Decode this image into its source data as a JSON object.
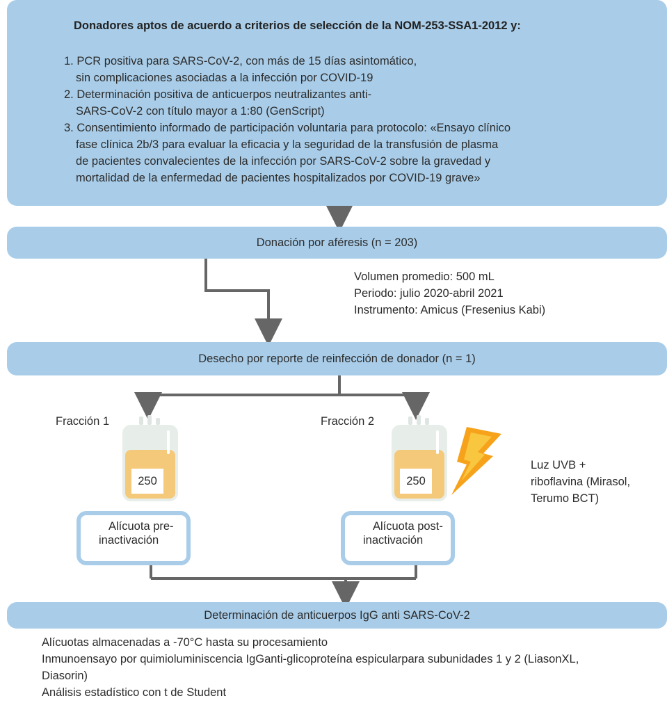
{
  "top_box": {
    "title": "Donadores aptos de acuerdo a criterios de selección de la NOM-253-SSA1-2012 y:",
    "criteria": [
      "1. PCR positiva para SARS-CoV-2, con más de 15 días asintomático,",
      "   sin complicaciones asociadas a la infección por COVID-19",
      "2. Determinación positiva de anticuerpos neutralizantes anti-",
      "   SARS-CoV-2 con título mayor a 1:80 (GenScript)",
      "3. Consentimiento informado de participación voluntaria para protocolo: «Ensayo clínico",
      "   fase clínica 2b/3 para evaluar la eficacia y la seguridad de la transfusión de plasma",
      "   de pacientes convalecientes de la infección por SARS-CoV-2 sobre la gravedad y",
      "   mortalidad de la enfermedad de pacientes hospitalizados por COVID-19 grave»"
    ]
  },
  "donation_box": "Donación por aféresis (n = 203)",
  "donation_notes": [
    "Volumen promedio: 500 mL",
    "Periodo: julio 2020-abril 2021",
    "Instrumento: Amicus (Fresenius Kabi)"
  ],
  "discard_box": "Desecho por reporte de reinfección de donador (n = 1)",
  "fractions": [
    {
      "label": "Fracción 1",
      "volume": "250",
      "aliquot_line1": "Alícuota pre-",
      "aliquot_line2": "inactivación"
    },
    {
      "label": "Fracción 2",
      "volume": "250",
      "aliquot_line1": "Alícuota post-",
      "aliquot_line2": "inactivación"
    }
  ],
  "uv_treatment": [
    "Luz UVB +",
    "riboflavina (Mirasol,",
    "Terumo BCT)"
  ],
  "final_box": "Determinación de anticuerpos IgG anti SARS-CoV-2",
  "footer_notes": [
    "Alícuotas almacenadas a -70°C hasta su procesamiento",
    "Inmunoensayo por quimioluminiscencia IgGanti-glicoproteína espicularpara subunidades 1 y 2 (LiasonXL,",
    "Diasorin)",
    "Análisis estadístico con t de Student"
  ],
  "colors": {
    "box": "#a9cde9",
    "arrow": "#666666",
    "bag_fill": "#f5c97a",
    "bolt": "#f7a21b"
  },
  "icons": {
    "bag": "blood-bag-icon",
    "bolt": "lightning-bolt-icon"
  }
}
